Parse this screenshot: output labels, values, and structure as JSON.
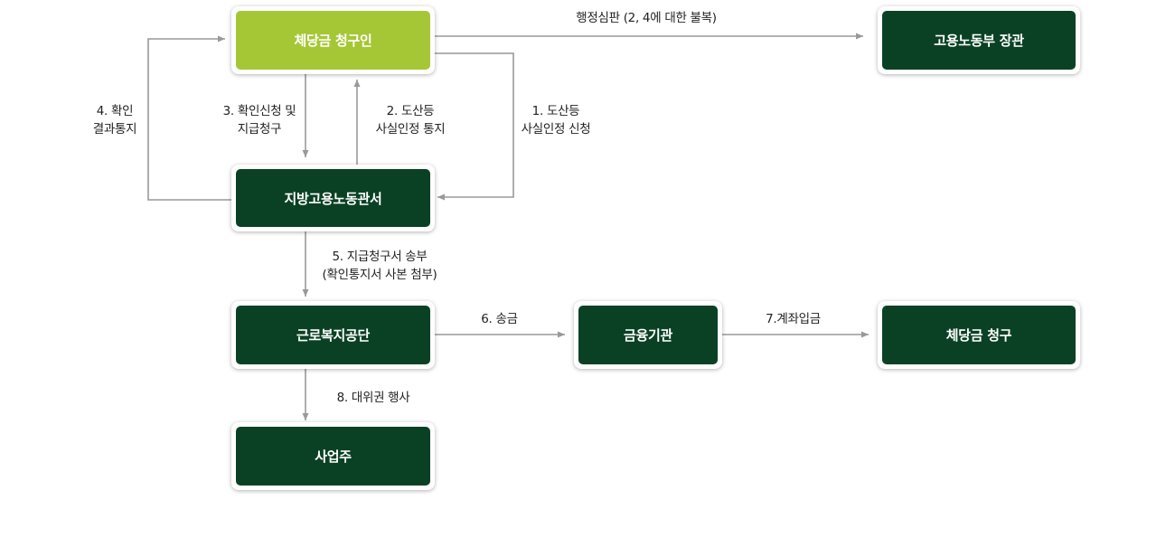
{
  "nodes": {
    "claimant": "체당금 청구인",
    "minister": "고용노동부 장관",
    "regional_office": "지방고용노동관서",
    "kcomwel": "근로복지공단",
    "bank": "금융기관",
    "payment": "체당금 청구",
    "employer": "사업주"
  },
  "edges": {
    "e1": [
      "1. 도산등",
      "사실인정 신청"
    ],
    "e2": [
      "2. 도산등",
      "사실인정 통지"
    ],
    "e3": [
      "3. 확인신청 및",
      "지급청구"
    ],
    "e4": [
      "4. 확인",
      "결과통지"
    ],
    "e5": [
      "5. 지급청구서 송부",
      "(확인통지서 사본 첨부)"
    ],
    "e6": "6. 송금",
    "e7": "7.계좌입금",
    "e8": "8. 대위권 행사",
    "appeal": "행정심판 (2, 4에 대한 불복)"
  },
  "colors": {
    "dark_box": "#0a4124",
    "highlight_box": "#a6c735",
    "connector": "#999999"
  }
}
